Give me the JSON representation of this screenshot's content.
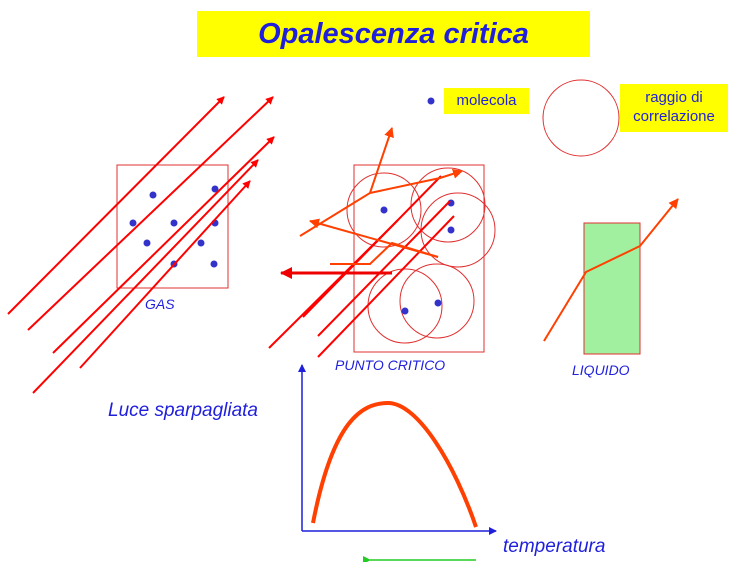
{
  "title": "Opalescenza critica",
  "legend": {
    "molecule_label": "molecola",
    "correlation_label_line1": "raggio di",
    "correlation_label_line2": "correlazione"
  },
  "panels": {
    "gas": "GAS",
    "critical_point": "PUNTO CRITICO",
    "liquid": "LIQUIDO"
  },
  "graph": {
    "ylabel": "Luce sparpagliata",
    "xlabel": "temperatura"
  },
  "colors": {
    "title_bg": "#ffff00",
    "text_blue": "#1f1fdc",
    "ray_red": "#ff0000",
    "scatter_orange": "#ff4000",
    "box_border": "#e03030",
    "molecule_blue": "#3333cc",
    "liquid_green": "#a0f0a0",
    "arrow_green": "#22cc22"
  }
}
